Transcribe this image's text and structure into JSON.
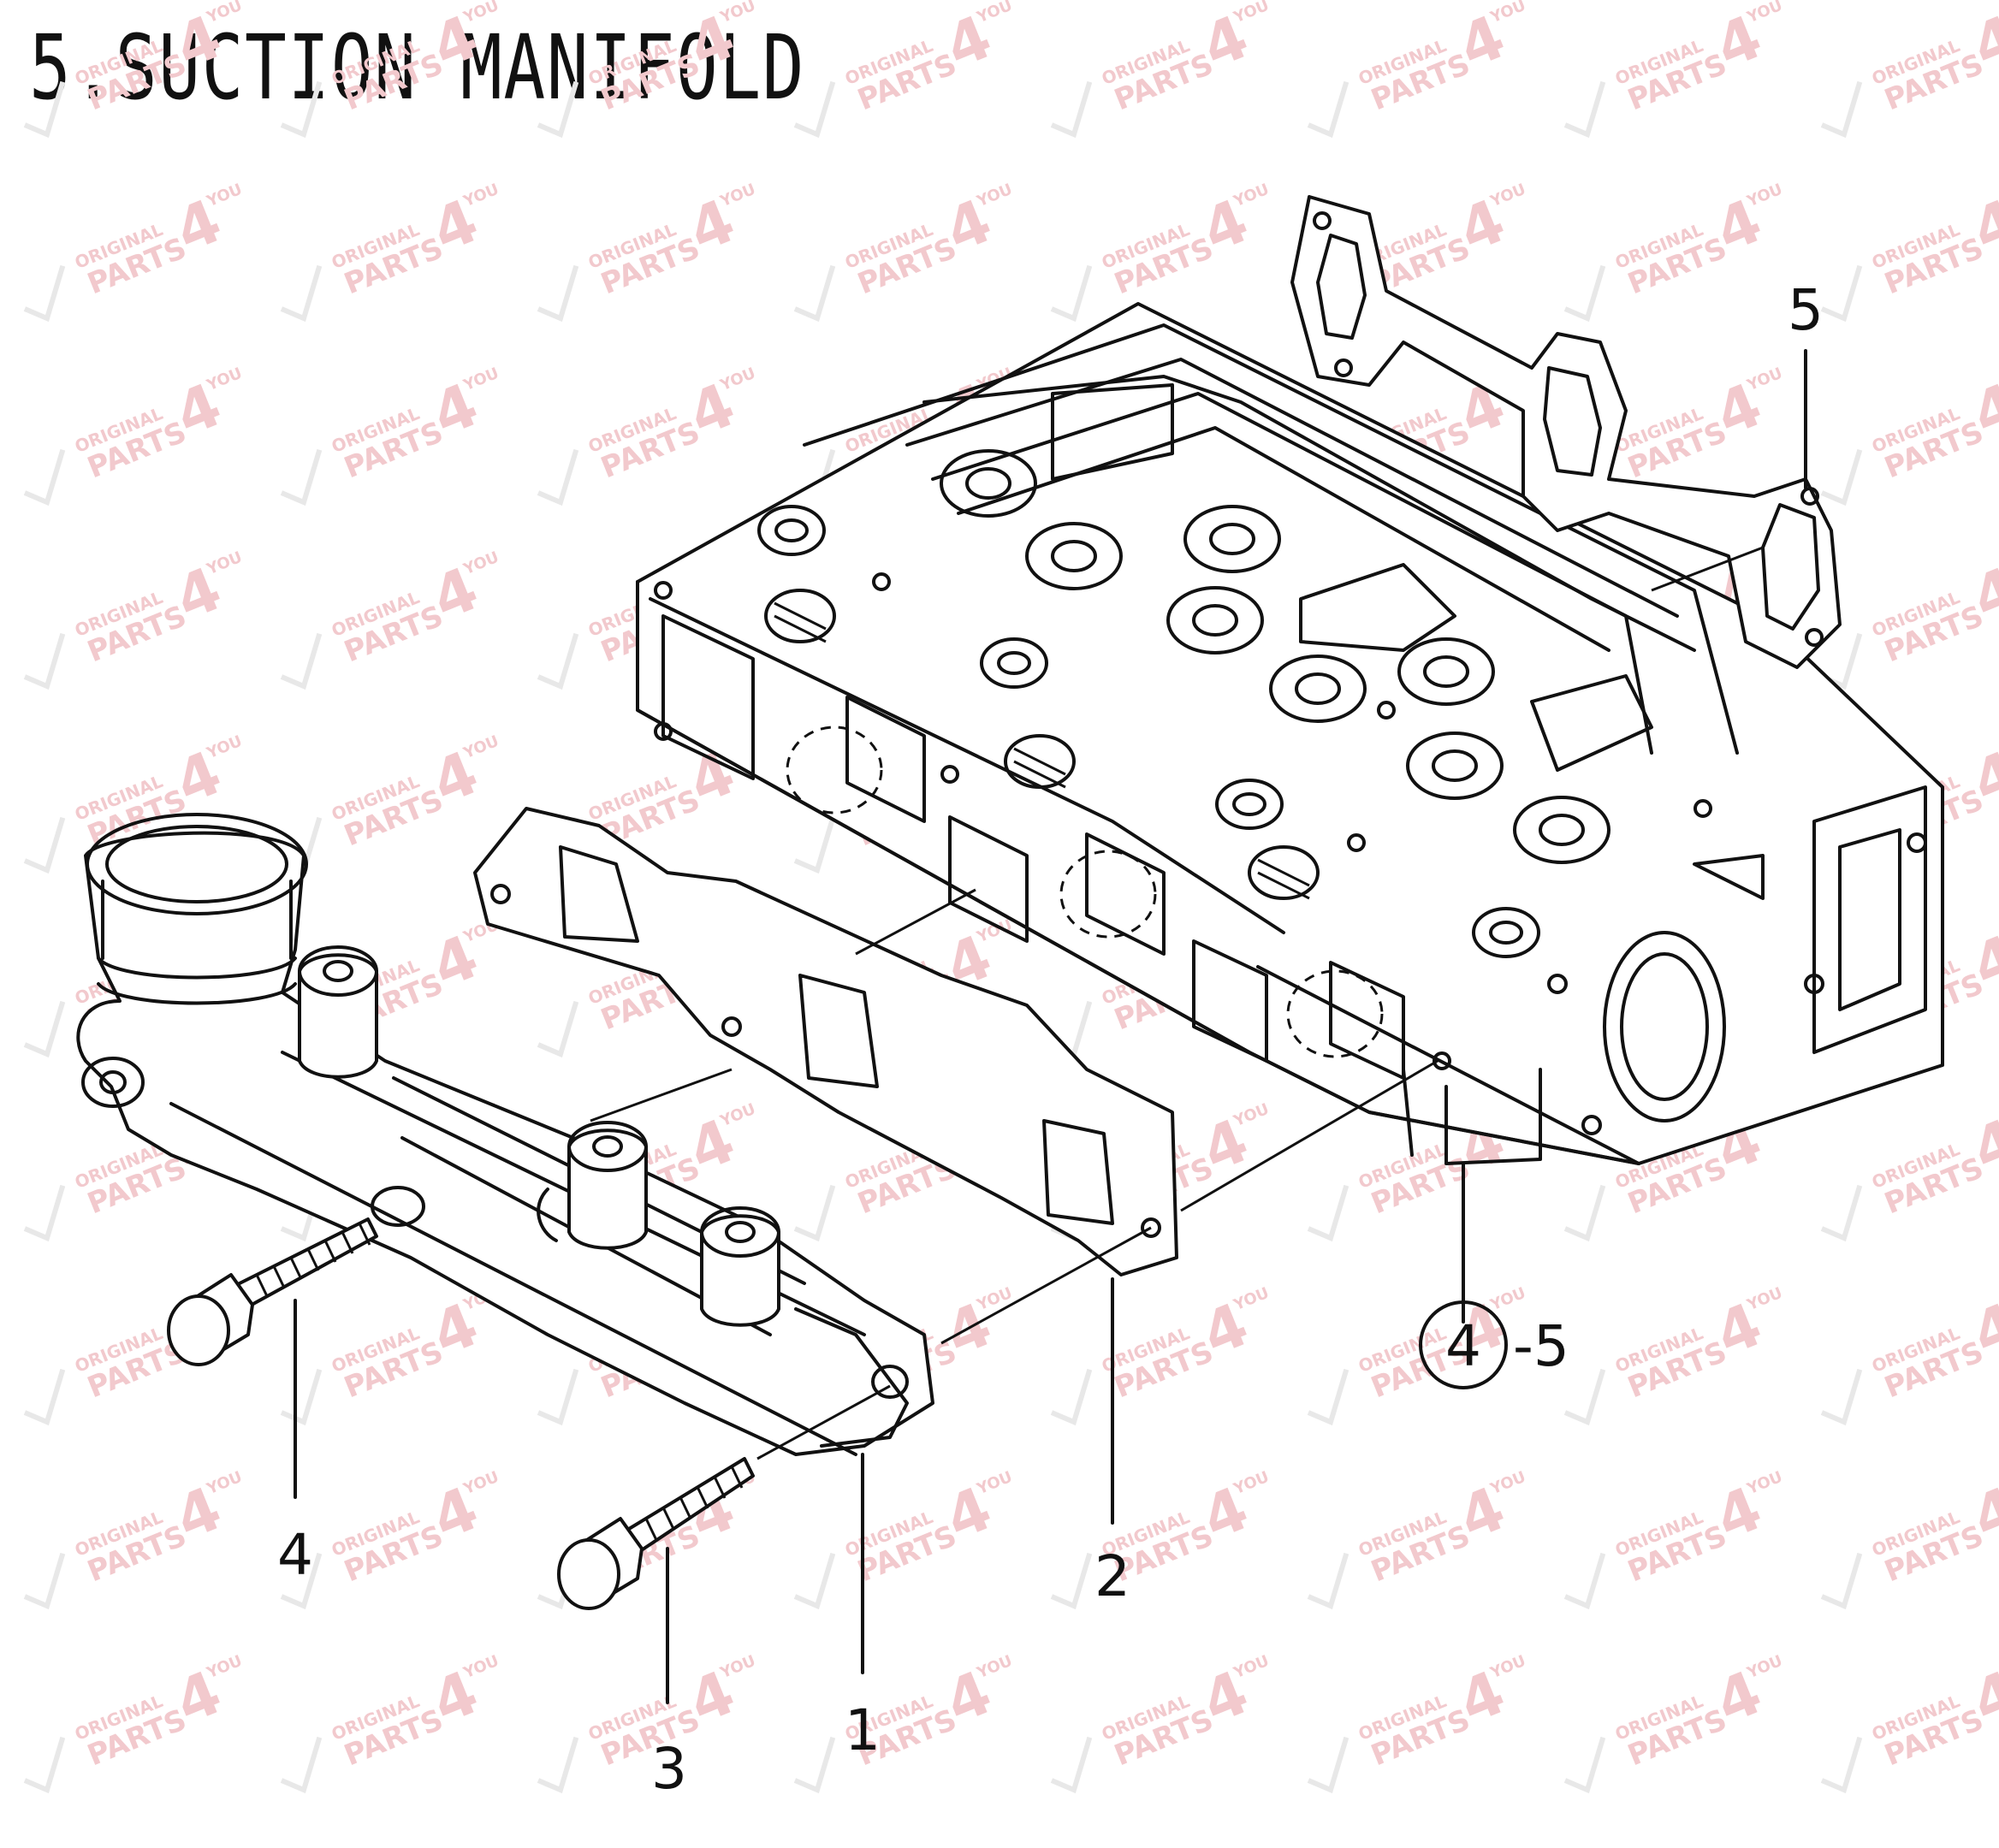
{
  "diagram": {
    "title": "5.SUCTION MANIFOLD",
    "callouts": {
      "manifold": "1",
      "gasket_lower": "2",
      "bolt_front": "3",
      "bolt_left": "4",
      "gasket_upper": "5",
      "cylinder_head_circle": "4",
      "cylinder_head_suffix": "-5"
    },
    "watermark": {
      "line1": "ORIGINAL",
      "line2": "PARTS",
      "mark": "4",
      "small": "YOU",
      "color": "#f2c9cd"
    },
    "colors": {
      "line": "#111111",
      "background": "#ffffff"
    }
  }
}
